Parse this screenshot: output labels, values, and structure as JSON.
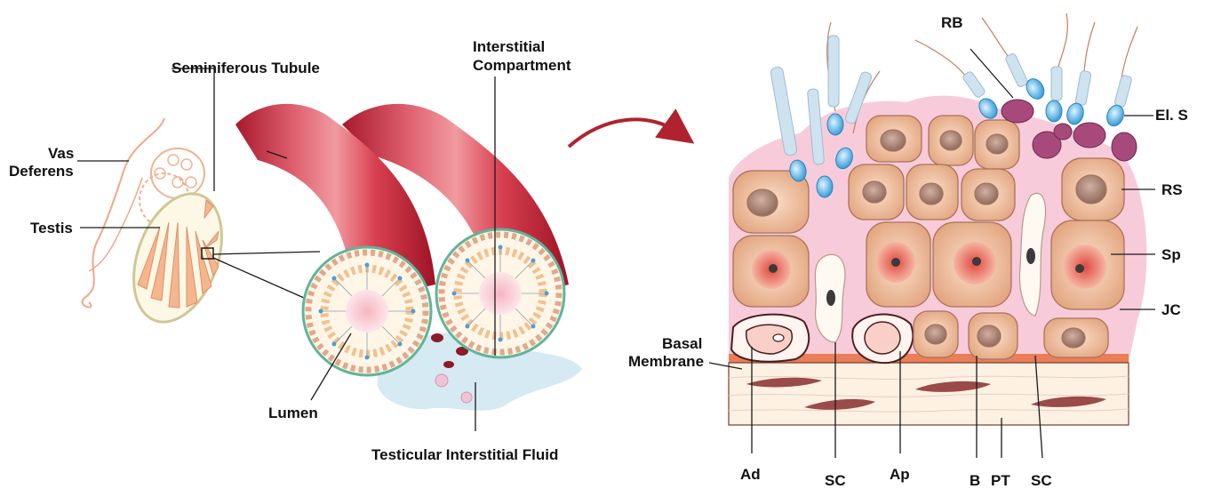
{
  "labels": {
    "seminiferous_tubule": "Seminiferous Tubule",
    "vas_deferens_line1": "Vas",
    "vas_deferens_line2": "Deferens",
    "testis": "Testis",
    "interstitial_line1": "Interstitial",
    "interstitial_line2": "Compartment",
    "lumen": "Lumen",
    "interstitial_fluid": "Testicular Interstitial Fluid",
    "basal_line1": "Basal",
    "basal_line2": "Membrane",
    "rb": "RB",
    "el_s": "El. S",
    "rs": "RS",
    "sp": "Sp",
    "jc": "JC",
    "ad": "Ad",
    "sc_left": "SC",
    "ap": "Ap",
    "b": "B",
    "pt": "PT",
    "sc_right": "SC"
  },
  "colors": {
    "tubule_red": "#c8283a",
    "tubule_light": "#e8707a",
    "cell_tan": "#e9b993",
    "cell_border": "#a9735a",
    "nucleus": "#a98270",
    "pink_bg": "#f7c9d8",
    "fluid_blue": "#cde6f2",
    "arrow": "#b0232e",
    "rb_purple": "#a8497c"
  }
}
